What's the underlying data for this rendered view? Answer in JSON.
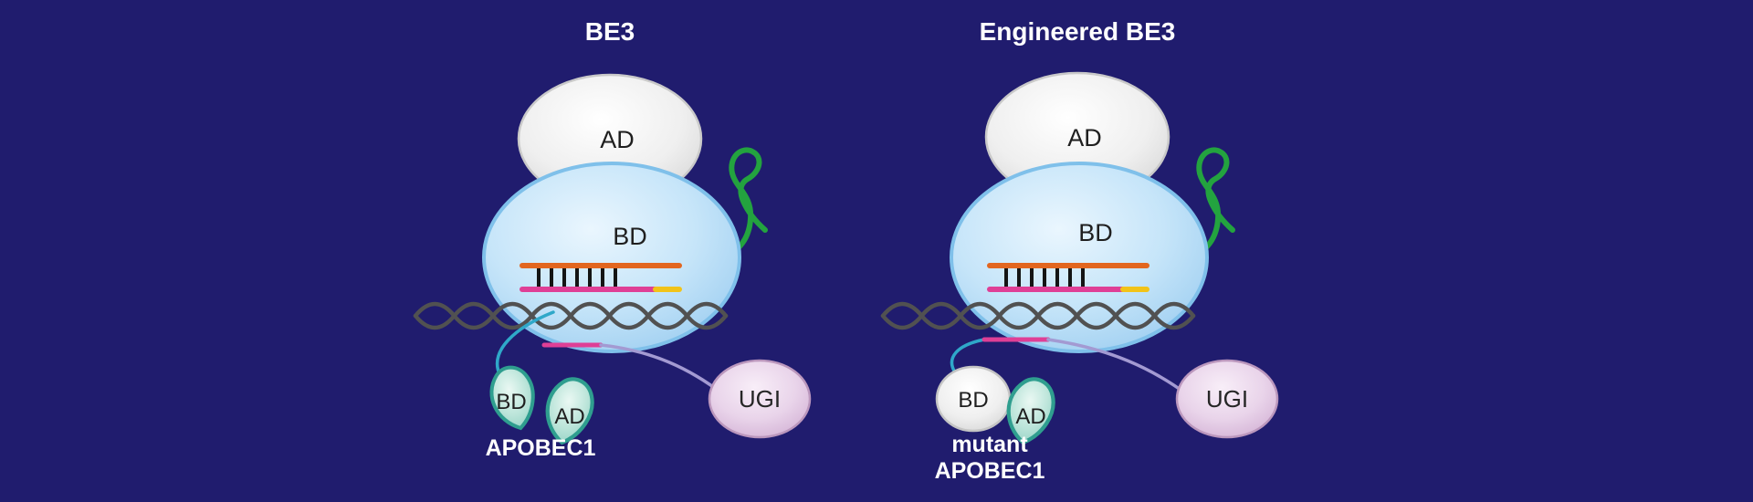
{
  "figure": {
    "description": "Schematic comparison of BE3 and Engineered BE3 base editors bound to DNA"
  },
  "colors": {
    "background": "#201c6e",
    "cas9_body_blue": "#c6e5f9",
    "cas9_border_blue": "#7fc0ea",
    "ad_domain_gray": "#ececec",
    "sgrna_green": "#23a33f",
    "guide_rna_orange": "#e2661f",
    "target_strand_pink": "#df3f96",
    "pam_yellow": "#f2c318",
    "dna_gray": "#515151",
    "linker_cyan": "#2fa8c9",
    "linker_lavender": "#a39ad2",
    "apobec_teal_fill": "#a9dcd1",
    "apobec_teal_border": "#2f9e8f",
    "ugi_fill": "#e7d2e8",
    "ugi_border": "#bb97bd",
    "label_dark": "#1f1f1f",
    "label_light": "#ffffff"
  },
  "panels": {
    "be3": {
      "title": "BE3",
      "ad_label": "AD",
      "bd_label": "BD",
      "apobec_bd_label": "BD",
      "apobec_ad_label": "AD",
      "apobec_name": "APOBEC1",
      "ugi_label": "UGI"
    },
    "engineered": {
      "title": "Engineered BE3",
      "ad_label": "AD",
      "bd_label": "BD",
      "apobec_bd_label": "BD",
      "apobec_ad_label": "AD",
      "apobec_name_line1": "mutant",
      "apobec_name_line2": "APOBEC1",
      "ugi_label": "UGI"
    }
  }
}
